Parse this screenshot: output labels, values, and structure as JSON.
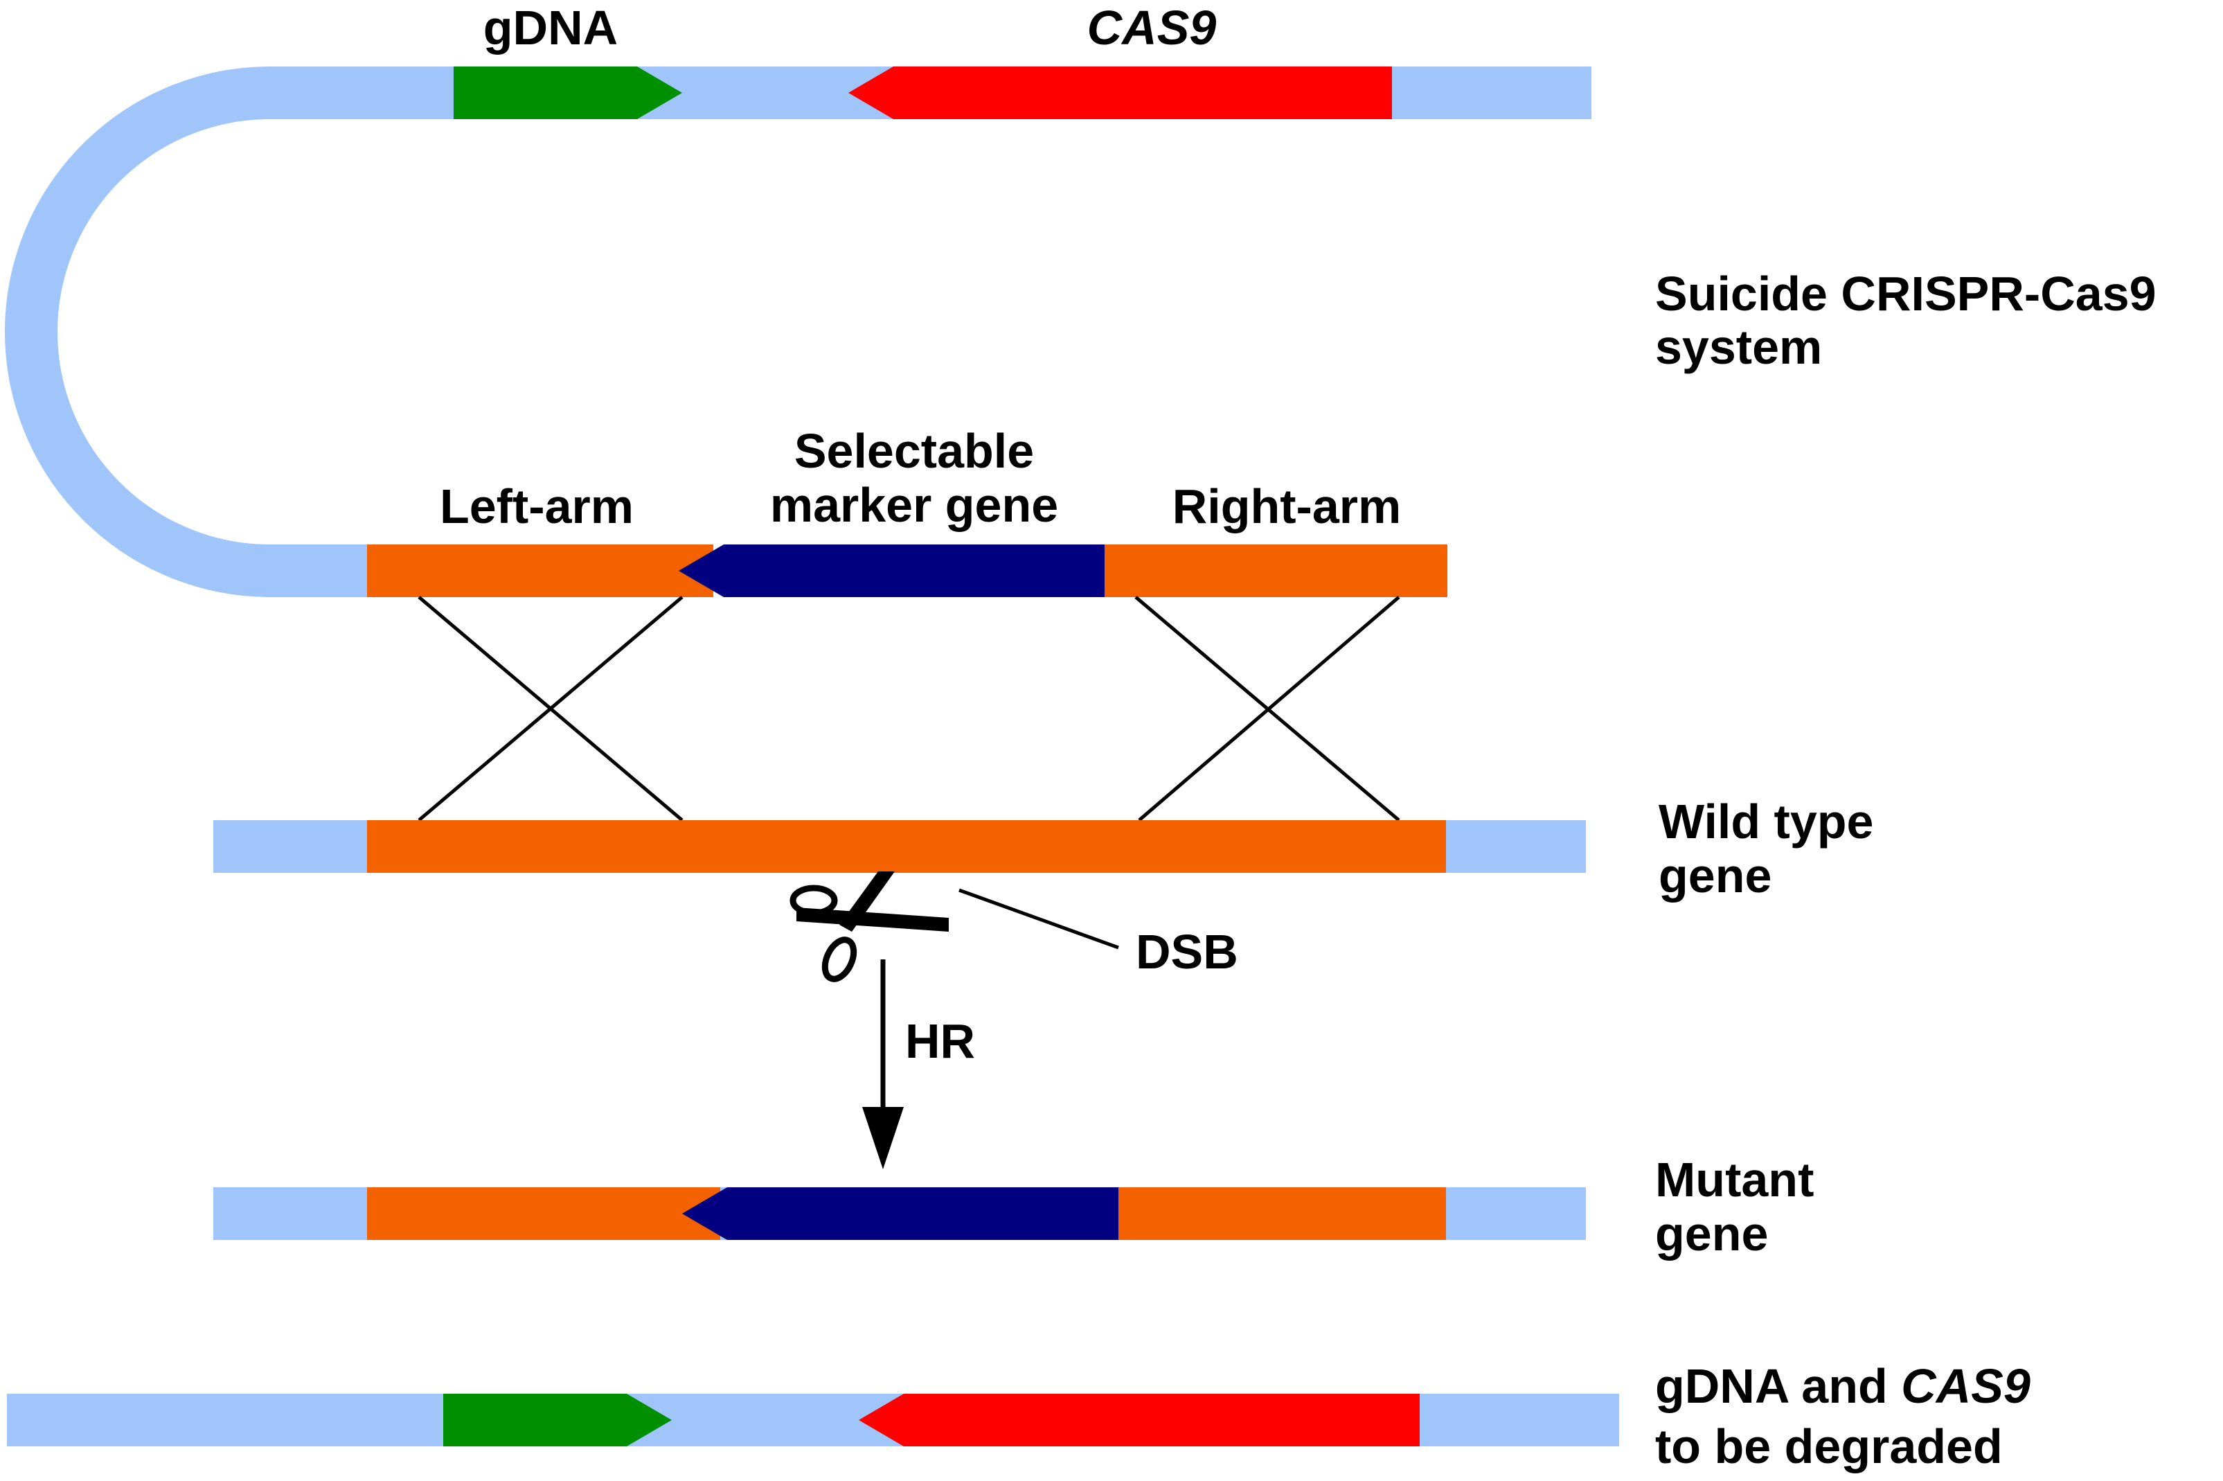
{
  "colors": {
    "backbone": "#9fc5fb",
    "grna": "#008f00",
    "cas9": "#fe0000",
    "arm": "#f46200",
    "marker": "#020080",
    "line": "#000000"
  },
  "labels": {
    "gdna": "gDNA",
    "cas9": "CAS9",
    "system_line1": "Suicide CRISPR-Cas9",
    "system_line2": "system",
    "left_arm": "Left-arm",
    "marker_line1": "Selectable",
    "marker_line2": "marker gene",
    "right_arm": "Right-arm",
    "wild_line1": "Wild type",
    "wild_line2": "gene",
    "dsb": "DSB",
    "hr": "HR",
    "mutant_line1": "Mutant",
    "mutant_line2": "gene",
    "degraded_line1_a": "gDNA and ",
    "degraded_line1_b": "CAS9",
    "degraded_line2": "to be degraded"
  },
  "icons": {
    "scissors": "scissors-icon"
  }
}
